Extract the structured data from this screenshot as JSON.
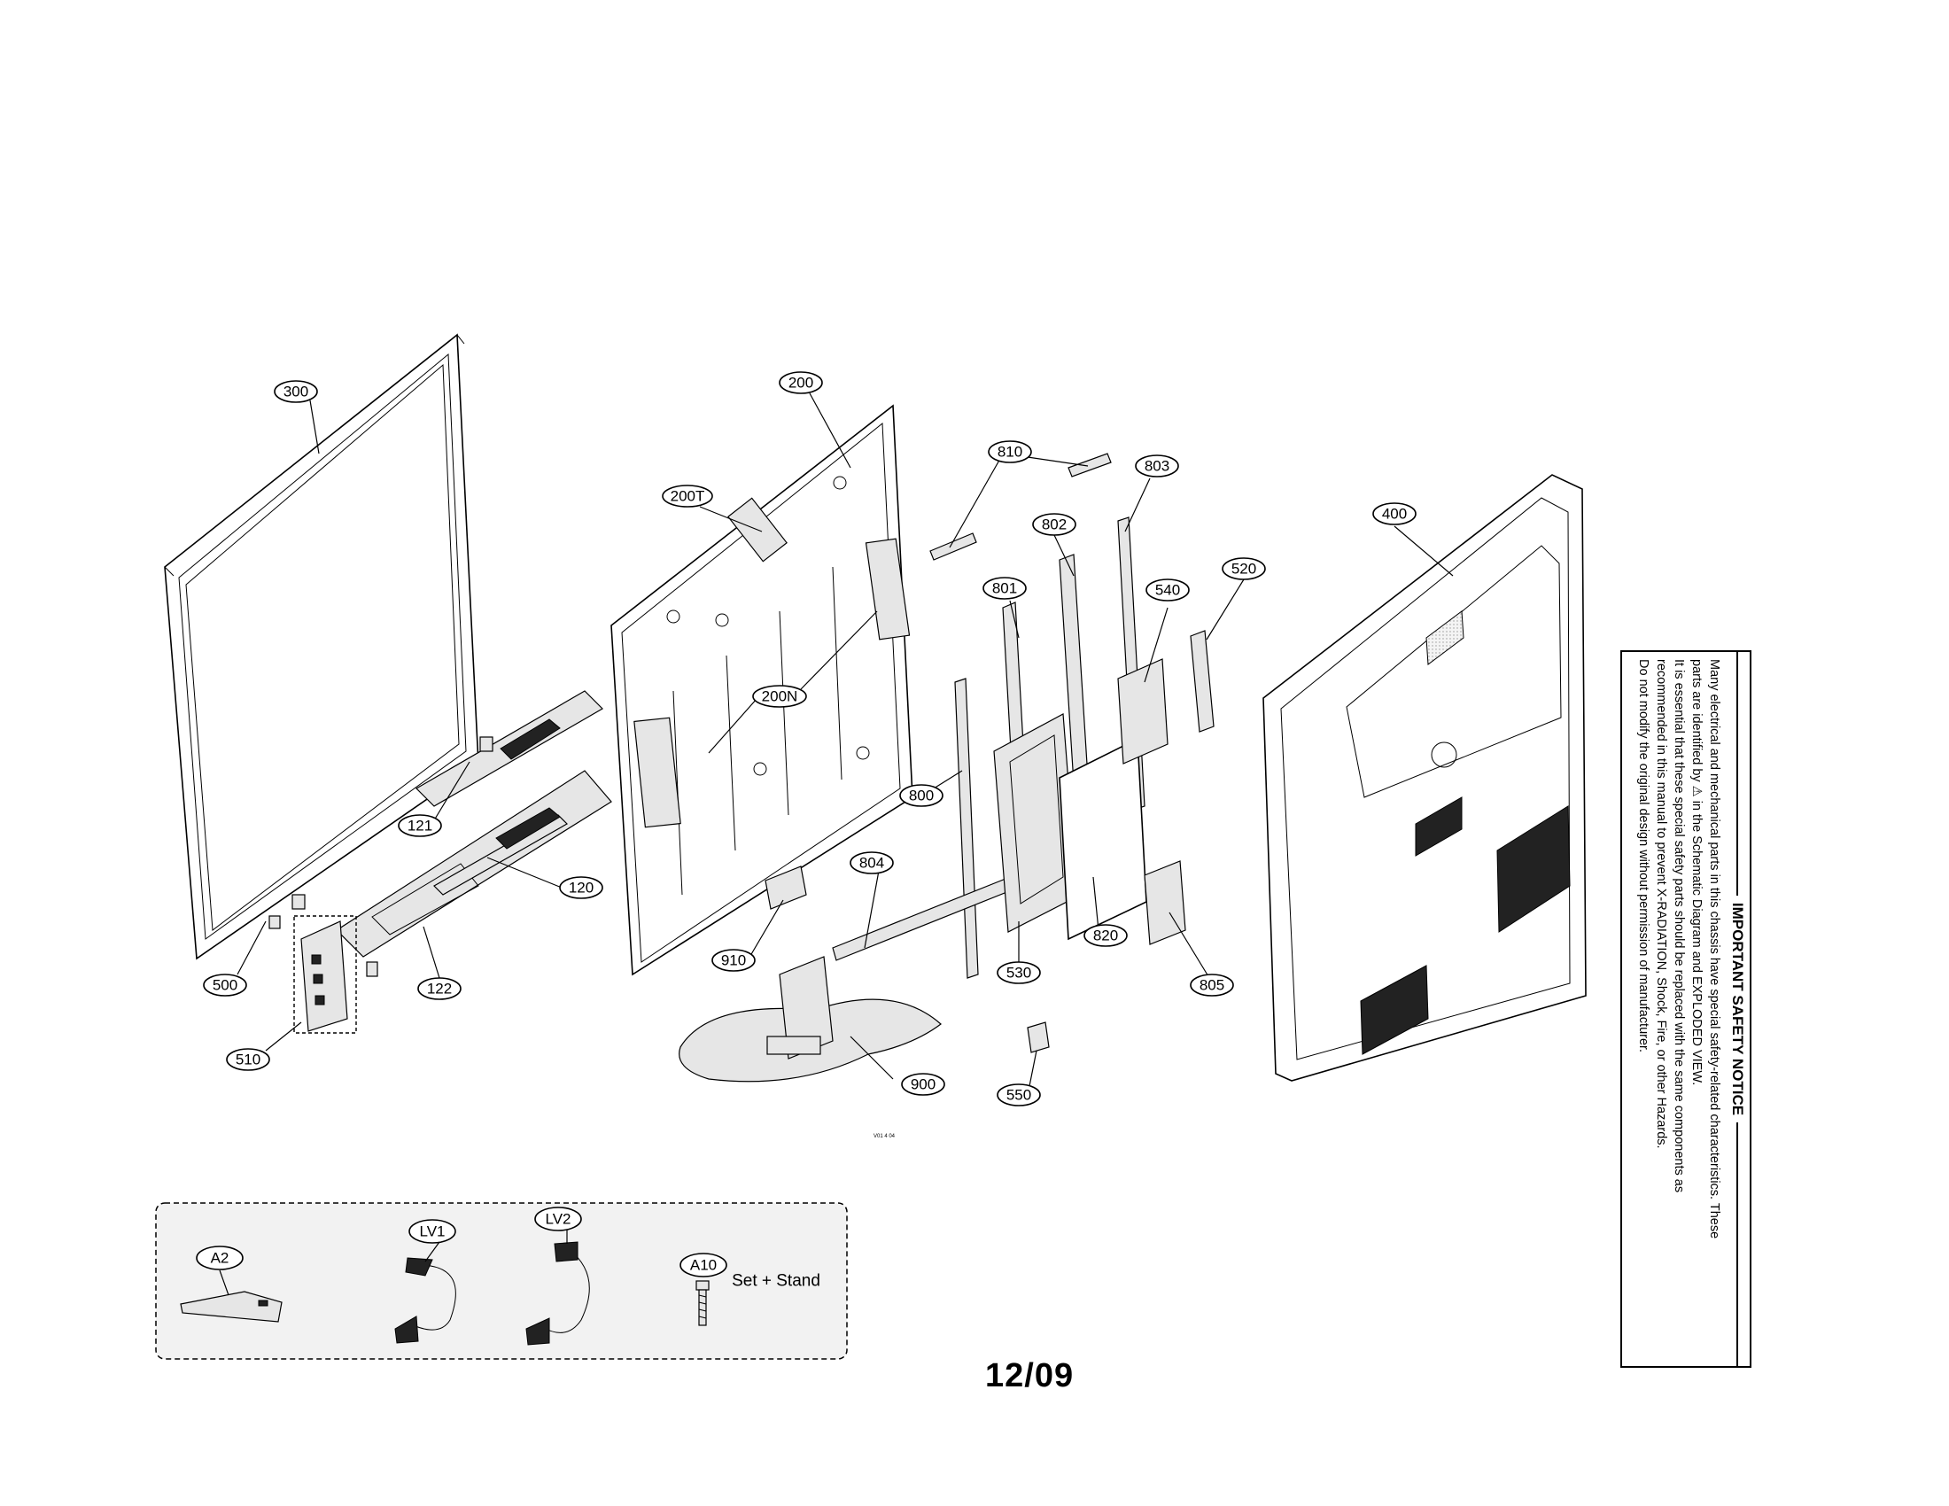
{
  "callouts": {
    "c300": "300",
    "c200": "200",
    "c200T": "200T",
    "c200N": "200N",
    "c810": "810",
    "c803": "803",
    "c802": "802",
    "c801": "801",
    "c540": "540",
    "c520": "520",
    "c400": "400",
    "c121": "121",
    "c120": "120",
    "c122": "122",
    "c500": "500",
    "c510": "510",
    "c800": "800",
    "c804": "804",
    "c910": "910",
    "c530": "530",
    "c820": "820",
    "c805": "805",
    "c900": "900",
    "c550": "550"
  },
  "accessories": {
    "a2": "A2",
    "lv1": "LV1",
    "lv2": "LV2",
    "a10": "A10",
    "a10_note": "Set + Stand"
  },
  "page_number": "12/09",
  "tiny_mark": "V01 4 04",
  "notice": {
    "title": "IMPORTANT SAFETY NOTICE",
    "lines": [
      "Many electrical and mechanical parts in this chassis have special safety-related characteristics. These",
      "parts are identified by ⚠ in the Schematic Diagram and EXPLODED VIEW.",
      "It is essential that these special safety parts should be replaced with the same components as",
      "recommended in this manual to prevent X-RADIATION, Shock, Fire, or other Hazards.",
      "Do not modify the original design without permission of manufacturer."
    ]
  }
}
